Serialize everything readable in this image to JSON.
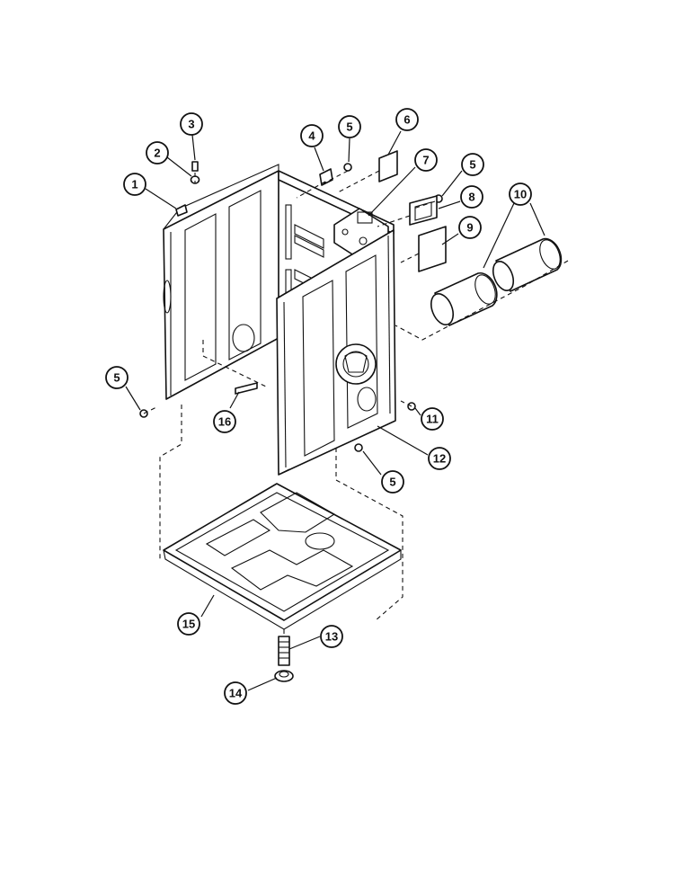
{
  "callouts": [
    {
      "id": "c1",
      "label": "1"
    },
    {
      "id": "c2",
      "label": "2"
    },
    {
      "id": "c3",
      "label": "3"
    },
    {
      "id": "c4",
      "label": "4"
    },
    {
      "id": "c5a",
      "label": "5"
    },
    {
      "id": "c6",
      "label": "6"
    },
    {
      "id": "c7",
      "label": "7"
    },
    {
      "id": "c5b",
      "label": "5"
    },
    {
      "id": "c8",
      "label": "8"
    },
    {
      "id": "c9",
      "label": "9"
    },
    {
      "id": "c10",
      "label": "10"
    },
    {
      "id": "c5c",
      "label": "5"
    },
    {
      "id": "c16",
      "label": "16"
    },
    {
      "id": "c11",
      "label": "11"
    },
    {
      "id": "c12",
      "label": "12"
    },
    {
      "id": "c5d",
      "label": "5"
    },
    {
      "id": "c13",
      "label": "13"
    },
    {
      "id": "c15",
      "label": "15"
    },
    {
      "id": "c14",
      "label": "14"
    }
  ]
}
